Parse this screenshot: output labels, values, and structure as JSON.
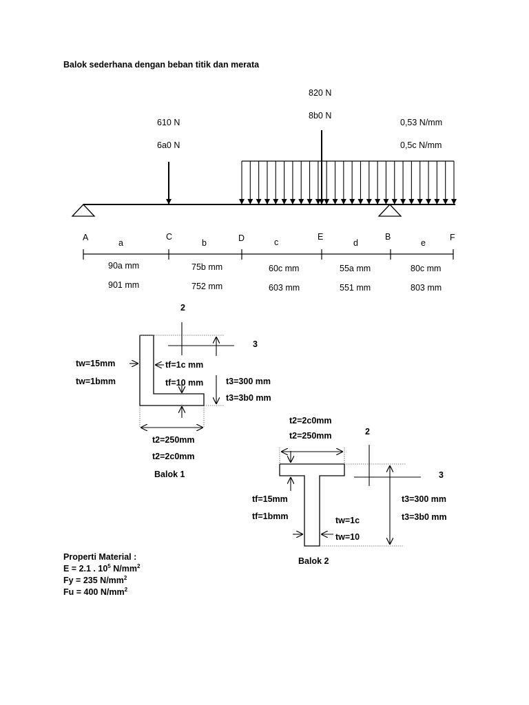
{
  "title": "Balok sederhana dengan beban titik dan merata",
  "loads": {
    "point_c": [
      "610 N",
      "6a0 N"
    ],
    "point_e": [
      "820 N",
      "8b0 N"
    ],
    "distributed": [
      "0,53 N/mm",
      "0,5c N/mm"
    ]
  },
  "points": [
    "A",
    "C",
    "D",
    "E",
    "B",
    "F"
  ],
  "segments": [
    {
      "name": "a",
      "lengths": [
        "90a mm",
        "901 mm"
      ]
    },
    {
      "name": "b",
      "lengths": [
        "75b mm",
        "752 mm"
      ]
    },
    {
      "name": "c",
      "lengths": [
        "60c mm",
        "603 mm"
      ]
    },
    {
      "name": "d",
      "lengths": [
        "55a mm",
        "551 mm"
      ]
    },
    {
      "name": "e",
      "lengths": [
        "80c mm",
        "803 mm"
      ]
    }
  ],
  "balok1": {
    "name": "Balok 1",
    "axis2": "2",
    "axis3": "3",
    "tw": [
      "tw=15mm",
      "tw=1bmm"
    ],
    "tf": [
      "tf=1c mm",
      "tf=10 mm"
    ],
    "t3": [
      "t3=300 mm",
      "t3=3b0 mm"
    ],
    "t2": [
      "t2=250mm",
      "t2=2c0mm"
    ]
  },
  "balok2": {
    "name": "Balok 2",
    "axis2": "2",
    "axis3": "3",
    "t2": [
      "t2=2c0mm",
      "t2=250mm"
    ],
    "tf": [
      "tf=15mm",
      "tf=1bmm"
    ],
    "tw": [
      "tw=1c",
      "tw=10"
    ],
    "t3": [
      "t3=300 mm",
      "t3=3b0 mm"
    ]
  },
  "material": {
    "heading": "Properti Material :",
    "E_prefix": "E = 2.1 . 10",
    "E_exp": "5",
    "E_unit": " N/mm",
    "Fy": "Fy = 235 N/mm",
    "Fu": "Fu = 400 N/mm",
    "sq": "2"
  }
}
